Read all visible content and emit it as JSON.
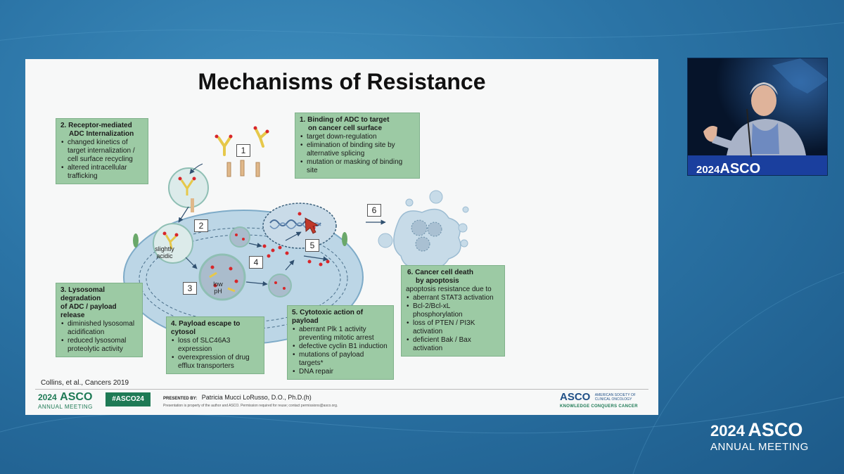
{
  "slide": {
    "title": "Mechanisms of Resistance",
    "boxes": {
      "b1": {
        "heading": [
          "1. Binding of ADC to target",
          "on cancer cell surface"
        ],
        "items": [
          "target down-regulation",
          "elimination of binding site by alternative splicing",
          "mutation or masking of  binding site"
        ]
      },
      "b2": {
        "heading": [
          "2. Receptor-mediated",
          "ADC Internalization"
        ],
        "items": [
          "changed kinetics of target internalization / cell surface recycling",
          "altered  intracellular trafficking"
        ]
      },
      "b3": {
        "heading": [
          "3. Lysosomal degradation",
          "of ADC / payload release"
        ],
        "items": [
          "diminished lysosomal acidification",
          "reduced lysosomal proteolytic activity"
        ]
      },
      "b4": {
        "heading": [
          "4. Payload escape to cytosol"
        ],
        "items": [
          "loss of SLC46A3 expression",
          "overexpression of drug efflux transporters"
        ]
      },
      "b5": {
        "heading": [
          "5. Cytotoxic action of payload"
        ],
        "items": [
          "aberrant Plk 1 activity preventing mitotic arrest",
          "defective cyclin B1 induction",
          "mutations of payload targets*",
          "DNA repair"
        ]
      },
      "b6": {
        "heading": [
          "6. Cancer cell death",
          "by apoptosis"
        ],
        "subheading": "apoptosis resistance due to",
        "items": [
          "aberrant STAT3 activation",
          "Bcl-2/Bcl-xL phosphorylation",
          "loss of PTEN / PI3K activation",
          "deficient Bak / Bax activation"
        ]
      }
    },
    "numbers": [
      "1",
      "2",
      "3",
      "4",
      "5",
      "6"
    ],
    "labels": {
      "slightly_acidic": "slightly acidic",
      "low_ph": "low pH"
    },
    "citation": "Collins, et al., Cancers  2019",
    "footer": {
      "year": "2024",
      "asco": "ASCO",
      "annual_meeting": "ANNUAL MEETING",
      "hashtag": "#ASCO24",
      "presented_label": "PRESENTED BY:",
      "presenter": "Patricia Mucci LoRusso, D.O., Ph.D.(h)",
      "disclaimer": "Presentation is property of the author and ASCO. Permission required for reuse; contact permissions@asco.org.",
      "asco_right": "ASCO",
      "society": "AMERICAN SOCIETY OF CLINICAL ONCOLOGY",
      "tagline": "KNOWLEDGE CONQUERS CANCER"
    }
  },
  "webcam": {
    "year": "2024",
    "asco": "ASCO"
  },
  "corner": {
    "year": "2024",
    "asco": "ASCO",
    "annual_meeting": "ANNUAL MEETING"
  },
  "colors": {
    "box_fill": "#9ccaa4",
    "brand_green": "#1e7a55",
    "asco_blue": "#1f4f86",
    "payload_red": "#d8262a"
  }
}
